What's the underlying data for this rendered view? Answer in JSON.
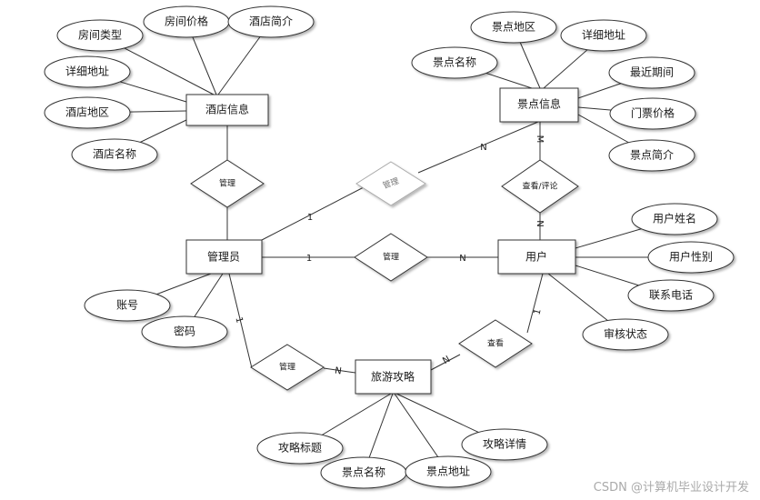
{
  "entities": {
    "hotel": "酒店信息",
    "scenic": "景点信息",
    "admin": "管理员",
    "user": "用户",
    "guide": "旅游攻略"
  },
  "attributes": {
    "hotel": [
      "房间类型",
      "房间价格",
      "酒店简介",
      "详细地址",
      "酒店地区",
      "酒店名称"
    ],
    "scenic": [
      "景点地区",
      "详细地址",
      "景点名称",
      "最近期间",
      "门票价格",
      "景点简介"
    ],
    "admin": [
      "账号",
      "密码"
    ],
    "user": [
      "用户姓名",
      "用户性别",
      "联系电话",
      "审核状态"
    ],
    "guide": [
      "攻略标题",
      "景点名称",
      "景点地址",
      "攻略详情"
    ]
  },
  "relationships": {
    "admin_hotel": "管理",
    "admin_scenic": "管理",
    "admin_user": "管理",
    "admin_guide": "管理",
    "user_scenic": "查看/评论",
    "user_guide": "查看"
  },
  "cardinalities": {
    "admin_scenic_admin": "1",
    "admin_scenic_scenic": "N",
    "admin_user_admin": "1",
    "admin_user_user": "N",
    "user_scenic_scenic": "M",
    "user_scenic_user": "N",
    "admin_guide_admin": "1",
    "admin_guide_guide": "N",
    "user_guide_user": "1",
    "user_guide_guide": "N"
  },
  "watermark": "CSDN @计算机毕业设计开发"
}
